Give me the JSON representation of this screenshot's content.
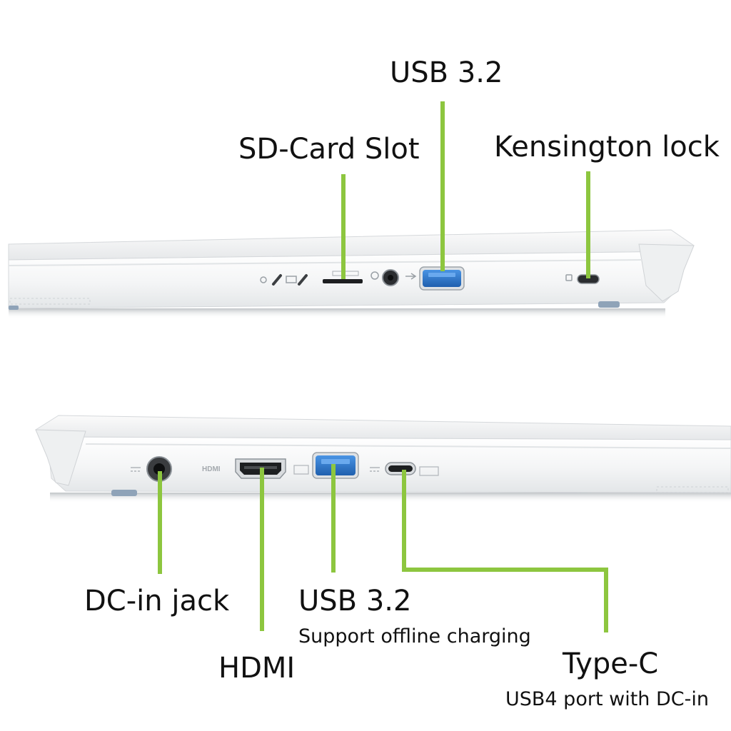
{
  "colors": {
    "callout_line": "#8DC63F",
    "chassis": "#F7F8F8",
    "chassis_shadow": "#C9CCCF",
    "usb_port": "#2D7BD0",
    "feet": "#8FA3B8"
  },
  "top_side": {
    "labels": {
      "usb": "USB 3.2",
      "sd_card": "SD-Card Slot",
      "kensington": "Kensington lock"
    }
  },
  "bottom_side": {
    "labels": {
      "dc_in": "DC-in jack",
      "usb": "USB 3.2",
      "usb_sub": "Support offline charging",
      "hdmi": "HDMI",
      "type_c": "Type-C",
      "type_c_sub": "USB4 port with DC-in"
    },
    "port_glyphs": {
      "hdmi": "HDMI"
    }
  }
}
